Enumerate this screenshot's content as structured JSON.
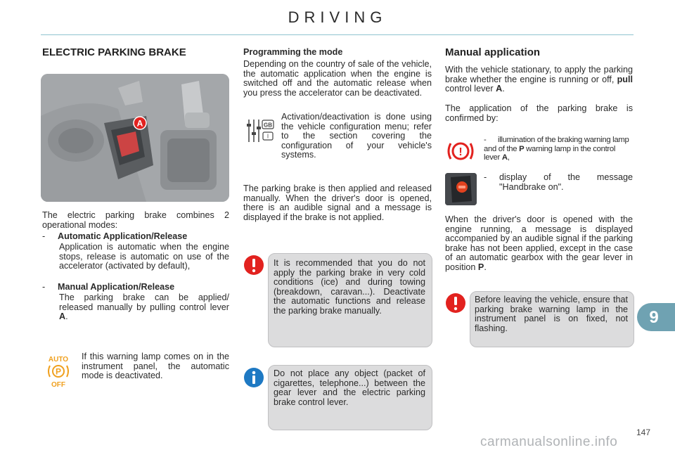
{
  "header": {
    "title": "DRIVING"
  },
  "left": {
    "section_title": "ELECTRIC PARKING BRAKE",
    "photo_label": "A",
    "intro": "The electric parking brake combines 2 operational modes:",
    "mode1_title": "Automatic Application/Release",
    "mode1_text": "Application is automatic when the engine stops, release is automatic on use of the accelerator (activated by default),",
    "mode2_title": "Manual Application/Release",
    "mode2_text": "The parking brake can be applied/ released manually by pulling control lever ",
    "mode2_lever": "A",
    "mode2_end": ".",
    "bullet_dash": "-",
    "lamp_text": "If this warning lamp comes on in the instrument panel, the automatic mode is deactivated.",
    "auto_icon_top": "AUTO",
    "auto_icon_letter": "P",
    "auto_icon_bottom": "OFF"
  },
  "middle": {
    "prog_title": "Programming the mode",
    "prog_text": "Depending on the country of sale of the vehicle, the automatic application when the engine is switched off and the automatic release when you press the accelerator can be deactivated.",
    "config_text": "Activation/deactivation is done using the vehicle configuration menu; refer to the section covering the configuration of your vehicle's systems.",
    "config_icon_label": "GB",
    "config_icon_sub": "I",
    "applied_text": "The parking brake is then applied and released manually. When the driver's door is opened, there is an audible signal and a message is displayed if the brake is not applied.",
    "warn_text": "It is recommended that you do not apply the parking brake in very cold conditions (ice) and during towing (breakdown, caravan...). Deactivate the automatic functions and release the parking brake manually.",
    "info_text": "Do not place any object (packet of cigarettes, telephone...) between the gear lever and the electric parking brake control lever."
  },
  "right": {
    "section_title": "Manual application",
    "apply_pre": "With the vehicle stationary, to apply the parking brake whether the engine is running or off, ",
    "apply_bold": "pull",
    "apply_mid": " control lever ",
    "apply_lever": "A",
    "apply_end": ".",
    "confirm_text": "The application of the parking brake is confirmed by:",
    "bullet_dash": "-",
    "bullet1_pre": "illumination of the braking warning lamp and of the ",
    "bullet1_bold": "P",
    "bullet1_mid": " warning lamp in the control lever ",
    "bullet1_lever": "A",
    "bullet1_end": ",",
    "bullet2_text": "display of the message \"Handbrake on\".",
    "door_pre": "When the driver's door is opened with the engine running, a message is displayed accompanied by an audible signal if the parking brake has not been applied, except in the case of an automatic gearbox with the gear lever in position ",
    "door_bold": "P",
    "door_end": ".",
    "warn_text": "Before leaving the vehicle, ensure that parking brake warning lamp in the instrument panel is on fixed, not flashing.",
    "brake_icon_glyph": "!"
  },
  "chapter_tab": "9",
  "page_number": "147",
  "footer_text": "carmanualsonline.info",
  "colors": {
    "accent": "#6fa2b2",
    "warning_red": "#e2221f",
    "info_blue": "#1e79c3",
    "auto_orange": "#f0a01e"
  }
}
